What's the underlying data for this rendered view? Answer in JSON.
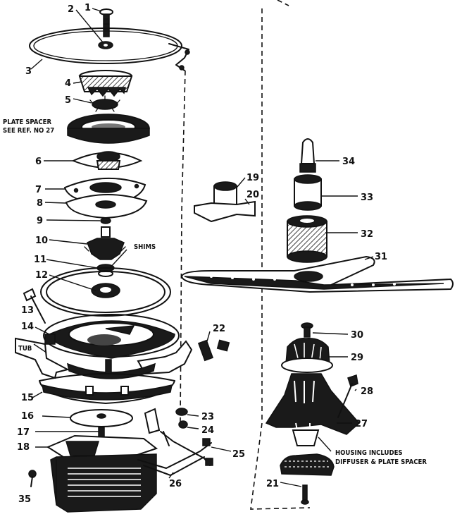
{
  "diagram": {
    "callouts": [
      "1",
      "2",
      "3",
      "4",
      "5",
      "6",
      "7",
      "8",
      "9",
      "10",
      "11",
      "12",
      "13",
      "14",
      "15",
      "16",
      "17",
      "18",
      "19",
      "20",
      "21",
      "22",
      "23",
      "24",
      "25",
      "26",
      "27",
      "28",
      "29",
      "30",
      "31",
      "32",
      "33",
      "34",
      "35"
    ],
    "notes": {
      "plate_spacer_line1": "PLATE SPACER",
      "plate_spacer_line2": "SEE REF. NO 27",
      "shims": "SHIMS",
      "tub": "TUB",
      "housing_line1": "HOUSING INCLUDES",
      "housing_line2": "DIFFUSER & PLATE SPACER"
    }
  }
}
